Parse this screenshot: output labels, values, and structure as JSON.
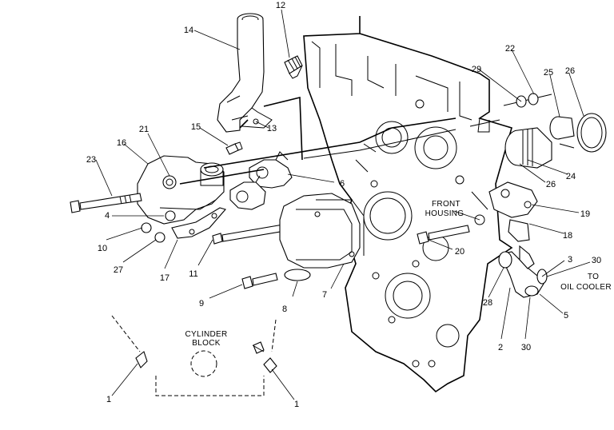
{
  "notes": {
    "front_housing": [
      "FRONT",
      "HOUSING"
    ],
    "cylinder_block": [
      "CYLINDER",
      "BLOCK"
    ],
    "to_oil_cooler": [
      "TO",
      "OIL COOLER"
    ]
  },
  "callouts": [
    {
      "label": "12"
    },
    {
      "label": "14"
    },
    {
      "label": "13"
    },
    {
      "label": "15"
    },
    {
      "label": "21"
    },
    {
      "label": "16"
    },
    {
      "label": "23"
    },
    {
      "label": "4"
    },
    {
      "label": "10"
    },
    {
      "label": "27"
    },
    {
      "label": "17"
    },
    {
      "label": "11"
    },
    {
      "label": "6"
    },
    {
      "label": "9"
    },
    {
      "label": "8"
    },
    {
      "label": "7"
    },
    {
      "label": "20"
    },
    {
      "label": "29"
    },
    {
      "label": "22"
    },
    {
      "label": "25"
    },
    {
      "label": "26"
    },
    {
      "label": "24"
    },
    {
      "label": "26"
    },
    {
      "label": "19"
    },
    {
      "label": "18"
    },
    {
      "label": "3"
    },
    {
      "label": "30"
    },
    {
      "label": "28"
    },
    {
      "label": "5"
    },
    {
      "label": "2"
    },
    {
      "label": "30"
    },
    {
      "label": "1"
    },
    {
      "label": "1"
    }
  ]
}
